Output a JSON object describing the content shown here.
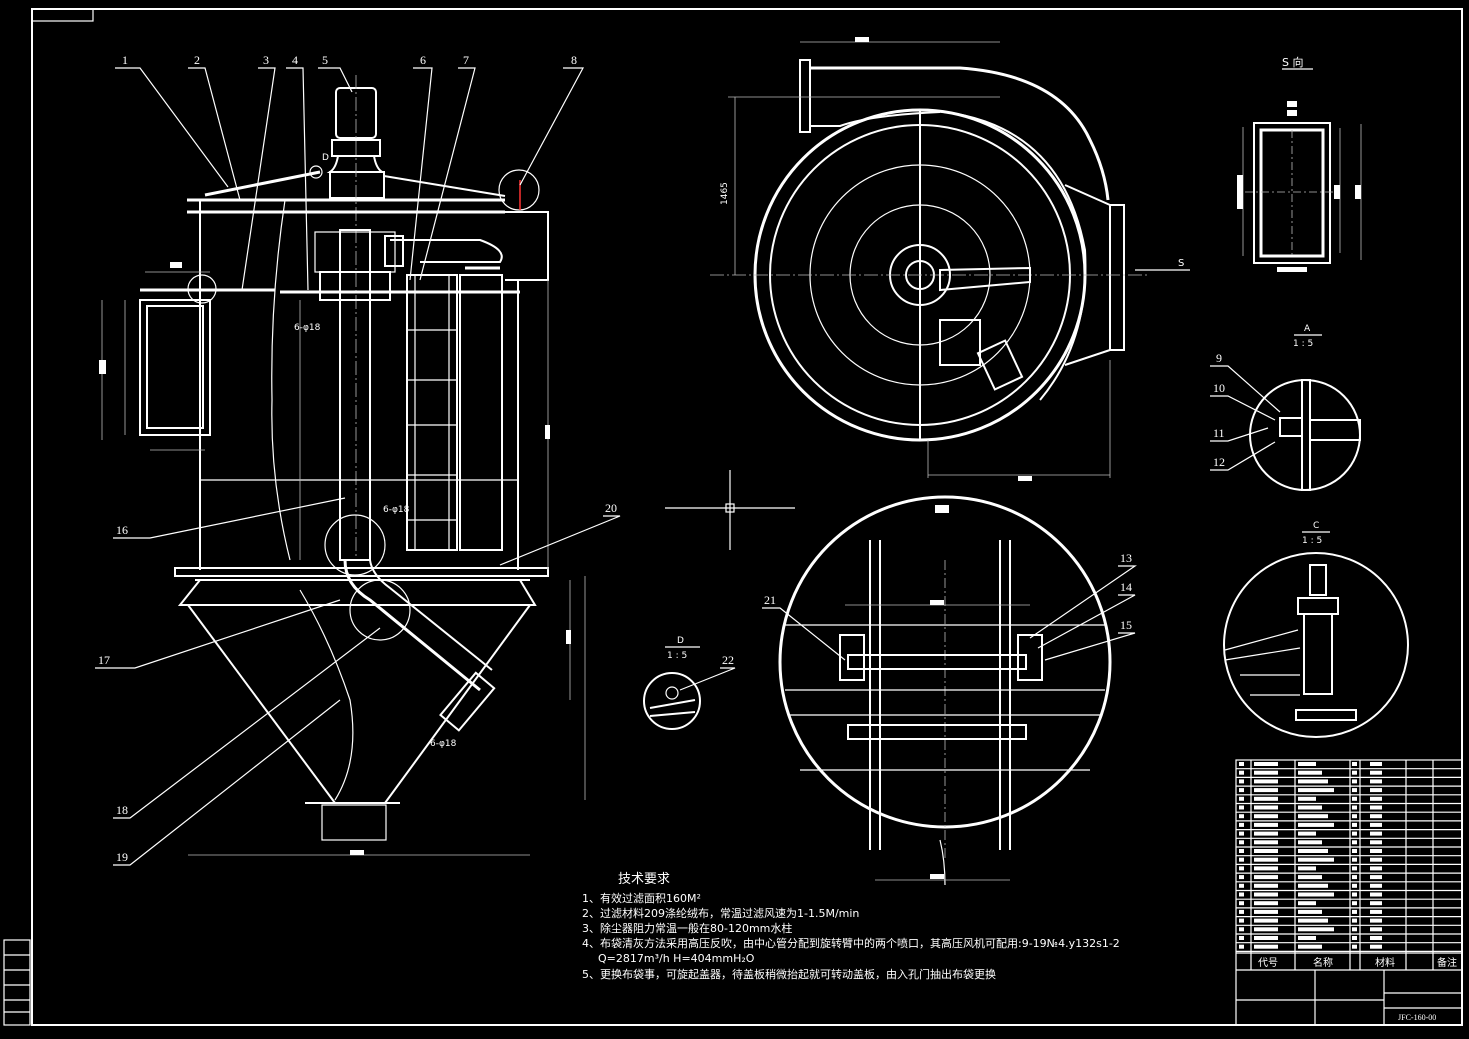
{
  "drawing": {
    "drawing_number": "JFC-160-00",
    "dimension_height": "1465",
    "hole_note": "6-φ18",
    "detail_mark_d": "D",
    "view_arrow_s": "S"
  },
  "views": {
    "s_view": "S 向",
    "detail_a": {
      "name": "A",
      "scale": "1 : 5"
    },
    "detail_c": {
      "name": "C",
      "scale": "1 : 5"
    },
    "detail_d": {
      "name": "D",
      "scale": "1 : 5"
    }
  },
  "part_numbers": [
    "1",
    "2",
    "3",
    "4",
    "5",
    "6",
    "7",
    "8",
    "9",
    "10",
    "11",
    "12",
    "13",
    "14",
    "15",
    "16",
    "17",
    "18",
    "19",
    "20",
    "21",
    "22"
  ],
  "technical_requirements": {
    "title": "技术要求",
    "items": [
      "1、有效过滤面积160M²",
      "2、过滤材料209涤纶绒布，常温过滤风速为1-1.5M/min",
      "3、除尘器阻力常温一般在80-120mm水柱",
      "4、布袋清灰方法采用高压反吹，由中心管分配到旋转臂中的两个喷口，其高压风机可配用:9-19№4.y132s1-2",
      "Q=2817m³/h H=404mmH₂O",
      "5、更换布袋事，可旋起盖器，待盖板稍微抬起就可转动盖板，由入孔门抽出布袋更换"
    ]
  },
  "parts_list_header": {
    "code": "代号",
    "name": "名称",
    "material": "材料",
    "remark": "备注"
  }
}
